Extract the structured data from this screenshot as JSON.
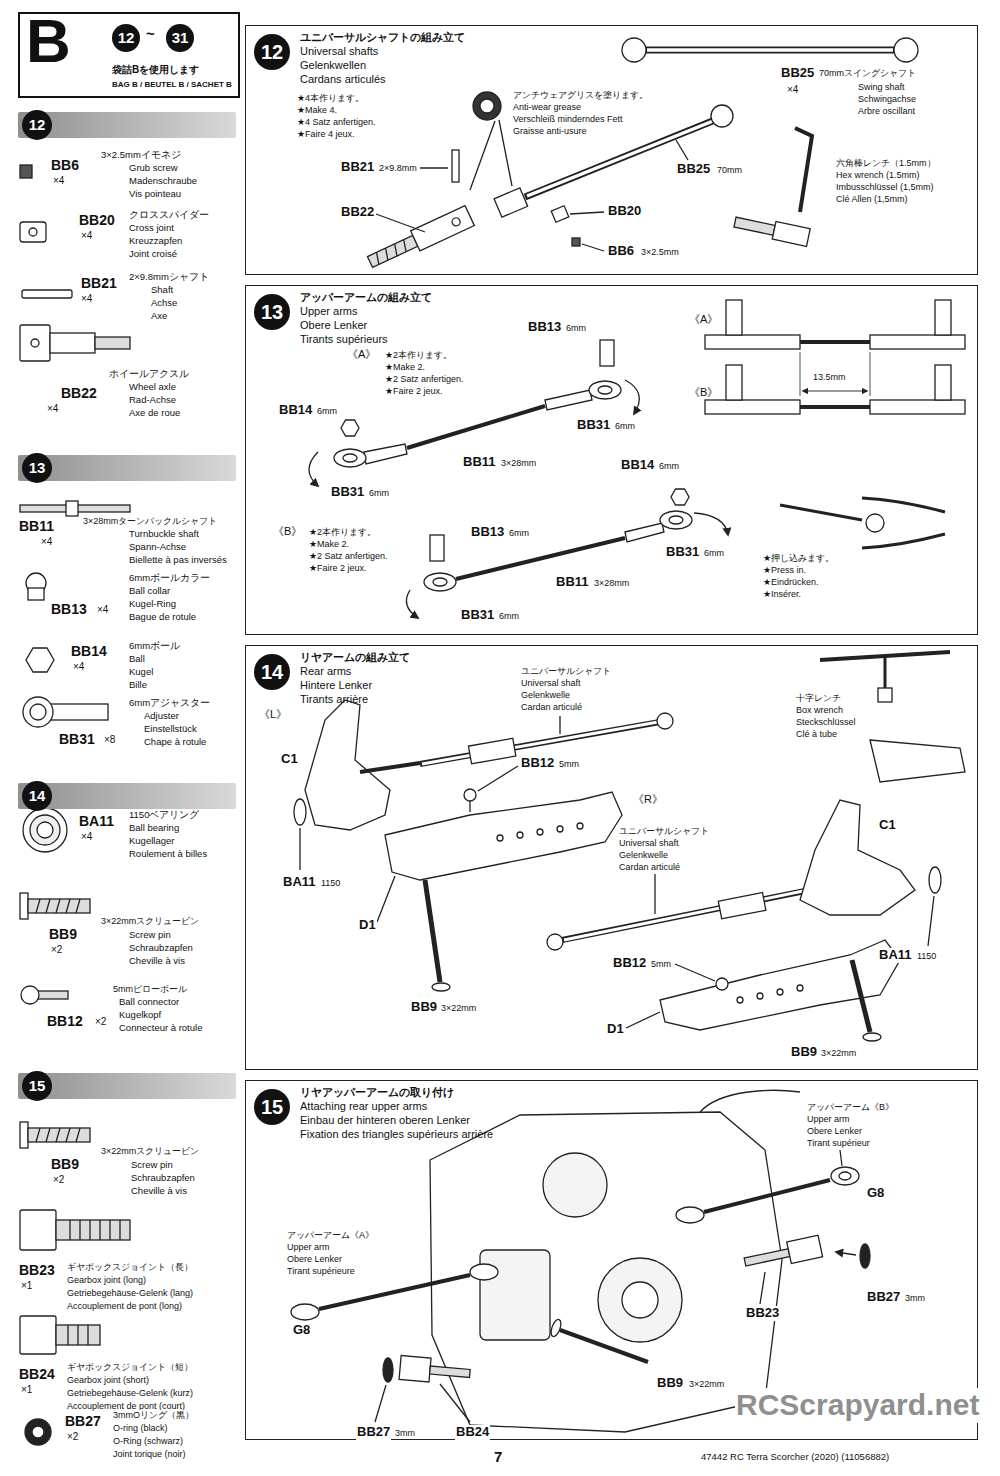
{
  "diagram": {
    "nodes": [
      {
        "text": [
          "B",
          "12",
          "~",
          "31",
          "袋詰Bを使用します",
          "BAG B / BEUTEL B / SACHET B"
        ]
      },
      {
        "text": [
          "12"
        ]
      },
      {
        "text": [
          "13"
        ]
      },
      {
        "text": [
          "14"
        ]
      },
      {
        "text": [
          "15"
        ]
      },
      {
        "text": [
          "12",
          "ユニバーサルシャフトの組み立て",
          "Universal shafts",
          "Gelenkwellen",
          "Cardans articulés"
        ]
      },
      {
        "text": [
          "13",
          "アッパーアームの組み立て",
          "Upper arms",
          "Obere Lenker",
          "Tirants supérieurs"
        ]
      },
      {
        "text": [
          "14",
          "リヤアームの組み立て",
          "Rear arms",
          "Hintere Lenker",
          "Tirants arrière"
        ]
      },
      {
        "text": [
          "15",
          "リヤアッパーアームの取り付け",
          "Attaching rear upper arms",
          "Einbau der hinteren oberen Lenker",
          "Fixation des triangles supérieurs arrière"
        ]
      }
    ],
    "labels": [
      "BB6",
      "×4",
      "3×2.5mmイモネジ",
      "Grub screw",
      "Madenschraube",
      "Vis pointeau",
      "BB20",
      "×4",
      "クロススパイダー",
      "Cross joint",
      "Kreuzzapfen",
      "Joint croisé",
      "BB21",
      "×4",
      "2×9.8mmシャフト",
      "Shaft",
      "Achse",
      "Axe",
      "BB22",
      "×4",
      "ホイールアクスル",
      "Wheel axle",
      "Rad-Achse",
      "Axe de roue",
      "BB11",
      "×4",
      "3×28mmターンバックルシャフト",
      "Turnbuckle shaft",
      "Spann-Achse",
      "Biellette à pas inversés",
      "BB13",
      "×4",
      "6mmボールカラー",
      "Ball collar",
      "Kugel-Ring",
      "Bague de rotule",
      "BB14",
      "×4",
      "6mmボール",
      "Ball",
      "Kugel",
      "Bille",
      "BB31",
      "×8",
      "6mmアジャスター",
      "Adjuster",
      "Einstellstück",
      "Chape à rotule",
      "BA11",
      "×4",
      "1150ベアリング",
      "Ball bearing",
      "Kugellager",
      "Roulement à billes",
      "BB9",
      "×2",
      "3×22mmスクリュービン",
      "Screw pin",
      "Schraubzapfen",
      "Cheville à vis",
      "BB12",
      "×2",
      "5mmピローボール",
      "Ball connector",
      "Kugelkopf",
      "Connecteur à rotule",
      "BB9",
      "×2",
      "3×22mmスクリュービン",
      "Screw pin",
      "Schraubzapfen",
      "Cheville à vis",
      "BB23",
      "×1",
      "ギヤボックスジョイント（長）",
      "Gearbox joint (long)",
      "Getriebegehäuse-Gelenk (lang)",
      "Accouplement de pont (long)",
      "BB24",
      "×1",
      "ギヤボックスジョイント（短）",
      "Gearbox joint (short)",
      "Getriebegehäuse-Gelenk (kurz)",
      "Accouplement de pont (court)",
      "BB27",
      "×2",
      "3mmOリング（黒）",
      "O-ring (black)",
      "O-Ring (schwarz)",
      "Joint torique (noir)",
      "★4本作ります。",
      "★Make 4.",
      "★4 Satz anfertigen.",
      "★Faire 4 jeux.",
      "アンチウェアグリスを塗ります。",
      "Anti-wear grease",
      "Verschleiß minderndes Fett",
      "Graisse anti-usure",
      "BB21",
      "2×9.8mm",
      "BB22",
      "BB25",
      "70mm",
      "BB20",
      "BB6",
      "3×2.5mm",
      "BB25",
      "70mmスイングシャフト",
      "×4",
      "Swing shaft",
      "Schwingachse",
      "Arbre oscillant",
      "六角棒レンチ（1.5mm）",
      "Hex wrench (1.5mm)",
      "Imbusschlüssel (1,5mm)",
      "Clé Allen (1,5mm)",
      "《A》",
      "★2本作ります。",
      "★Make 2.",
      "★2 Satz anfertigen.",
      "★Faire 2 jeux.",
      "BB13",
      "6mm",
      "BB14",
      "6mm",
      "BB31",
      "6mm",
      "BB11",
      "3×28mm",
      "BB31",
      "6mm",
      "BB14",
      "6mm",
      "《B》",
      "★2本作ります。",
      "★Make 2.",
      "★2 Satz anfertigen.",
      "★Faire 2 jeux.",
      "BB13",
      "6mm",
      "BB31",
      "6mm",
      "BB11",
      "3×28mm",
      "BB31",
      "6mm",
      "《A》",
      "《B》",
      "13.5mm",
      "★押し込みます。",
      "★Press in.",
      "★Eindrücken.",
      "★Insérer.",
      "《L》",
      "ユニバーサルシャフト",
      "Universal shaft",
      "Gelenkwelle",
      "Cardan articulé",
      "十字レンチ",
      "Box wrench",
      "Steckschlüssel",
      "Clé à tube",
      "C1",
      "BB12",
      "5mm",
      "《R》",
      "ユニバーサルシャフト",
      "Universal shaft",
      "Gelenkwelle",
      "Cardan articulé",
      "C1",
      "BA11",
      "1150",
      "D1",
      "BA11",
      "1150",
      "BB12",
      "5mm",
      "BB9",
      "3×22mm",
      "D1",
      "BB9",
      "3×22mm",
      "アッパーアーム《B》",
      "Upper arm",
      "Obere Lenker",
      "Tirant supérieur",
      "G8",
      "アッパーアーム《A》",
      "Upper arm",
      "Obere Lenker",
      "Tirant supérieure",
      "BB27",
      "3mm",
      "BB23",
      "G8",
      "BB9",
      "3×22mm",
      "BB27",
      "3mm",
      "BB24",
      "7",
      "47442 RC Terra Scorcher (2020) (11056882)",
      "RCScrapyard.net"
    ]
  }
}
